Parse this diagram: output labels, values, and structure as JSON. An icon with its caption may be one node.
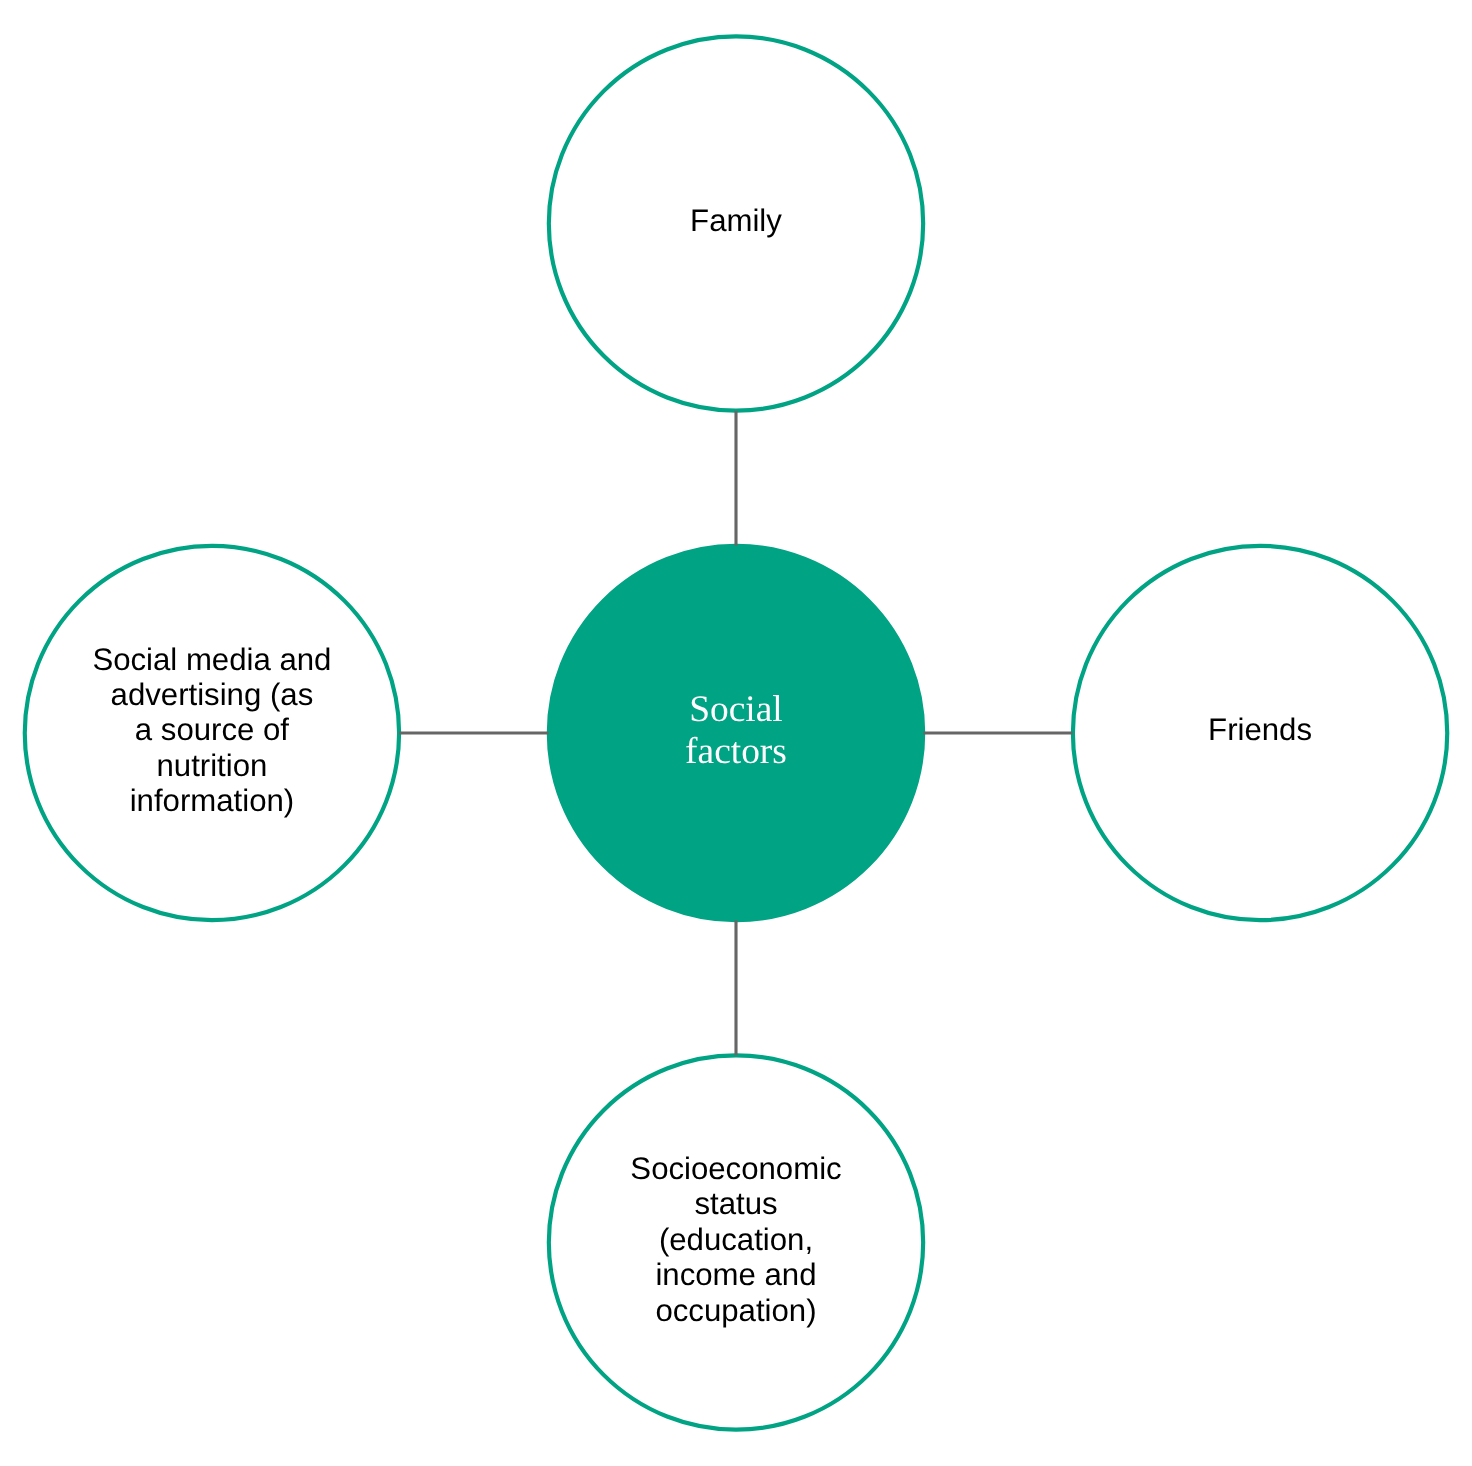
{
  "diagram": {
    "nodes": [
      {
        "text": [
          "Family"
        ]
      },
      {
        "text": [
          "Social media and advertising (as a source of nutrition information)"
        ]
      },
      {
        "text": [
          "Social factors"
        ]
      },
      {
        "text": [
          "Friends"
        ]
      },
      {
        "text": [
          "Socioeconomic status (education, income and occupation)"
        ]
      }
    ],
    "edges": [
      {
        "from": 0,
        "to": 2,
        "arrow": "none"
      },
      {
        "from": 1,
        "to": 2,
        "arrow": "none"
      },
      {
        "from": 2,
        "to": 3,
        "arrow": "none"
      },
      {
        "from": 2,
        "to": 4,
        "arrow": "none"
      }
    ]
  }
}
